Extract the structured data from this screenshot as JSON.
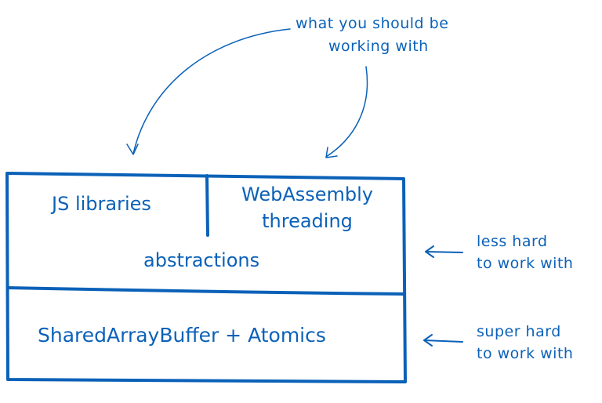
{
  "annotation_top": {
    "line1": "what you should be",
    "line2": "working with"
  },
  "stack": {
    "js_libraries": "JS libraries",
    "wasm_line1": "WebAssembly",
    "wasm_line2": "threading",
    "abstractions": "abstractions",
    "primitives": "SharedArrayBuffer + Atomics"
  },
  "notes": {
    "less_hard_line1": "less hard",
    "less_hard_line2": "to work with",
    "super_hard_line1": "super hard",
    "super_hard_line2": "to work with"
  },
  "colors": {
    "ink": "#0b61b8"
  }
}
